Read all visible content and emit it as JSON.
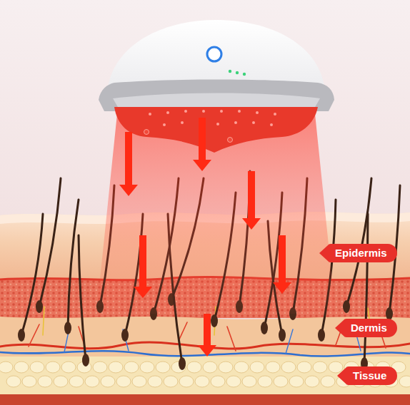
{
  "diagram": {
    "nodes": [
      {
        "text": [
          "Epidermis"
        ]
      },
      {
        "text": [
          "Dermis"
        ]
      },
      {
        "text": [
          "Tissue"
        ]
      }
    ]
  }
}
